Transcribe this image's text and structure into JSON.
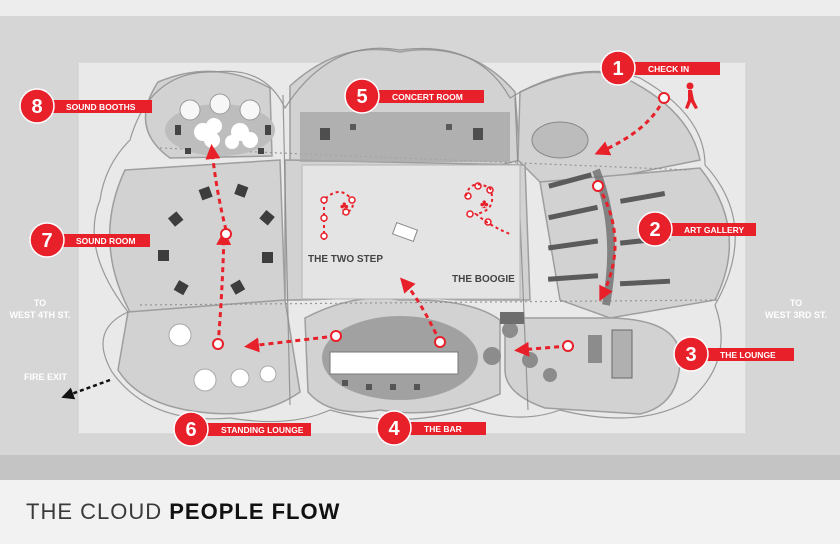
{
  "title": {
    "light": "THE CLOUD",
    "bold": "PEOPLE FLOW"
  },
  "stations": [
    {
      "number": "1",
      "label": "CHECK IN"
    },
    {
      "number": "2",
      "label": "ART GALLERY"
    },
    {
      "number": "3",
      "label": "THE LOUNGE"
    },
    {
      "number": "4",
      "label": "THE BAR"
    },
    {
      "number": "5",
      "label": "CONCERT ROOM"
    },
    {
      "number": "6",
      "label": "STANDING LOUNGE"
    },
    {
      "number": "7",
      "label": "SOUND ROOM"
    },
    {
      "number": "8",
      "label": "SOUND BOOTHS"
    }
  ],
  "dances": {
    "two_step": "THE TWO STEP",
    "boogie": "THE BOOGIE"
  },
  "streets": {
    "left_line1": "TO",
    "left_line2": "WEST 4TH ST.",
    "right_line1": "TO",
    "right_line2": "WEST 3RD ST."
  },
  "fire_exit": "FIRE EXIT",
  "colors": {
    "accent": "#e8202a",
    "floor": "#dcdcdc",
    "room": "#c9c9c9"
  },
  "icons": {
    "walker": "walking-person-icon",
    "dancer": "dancer-icon"
  }
}
